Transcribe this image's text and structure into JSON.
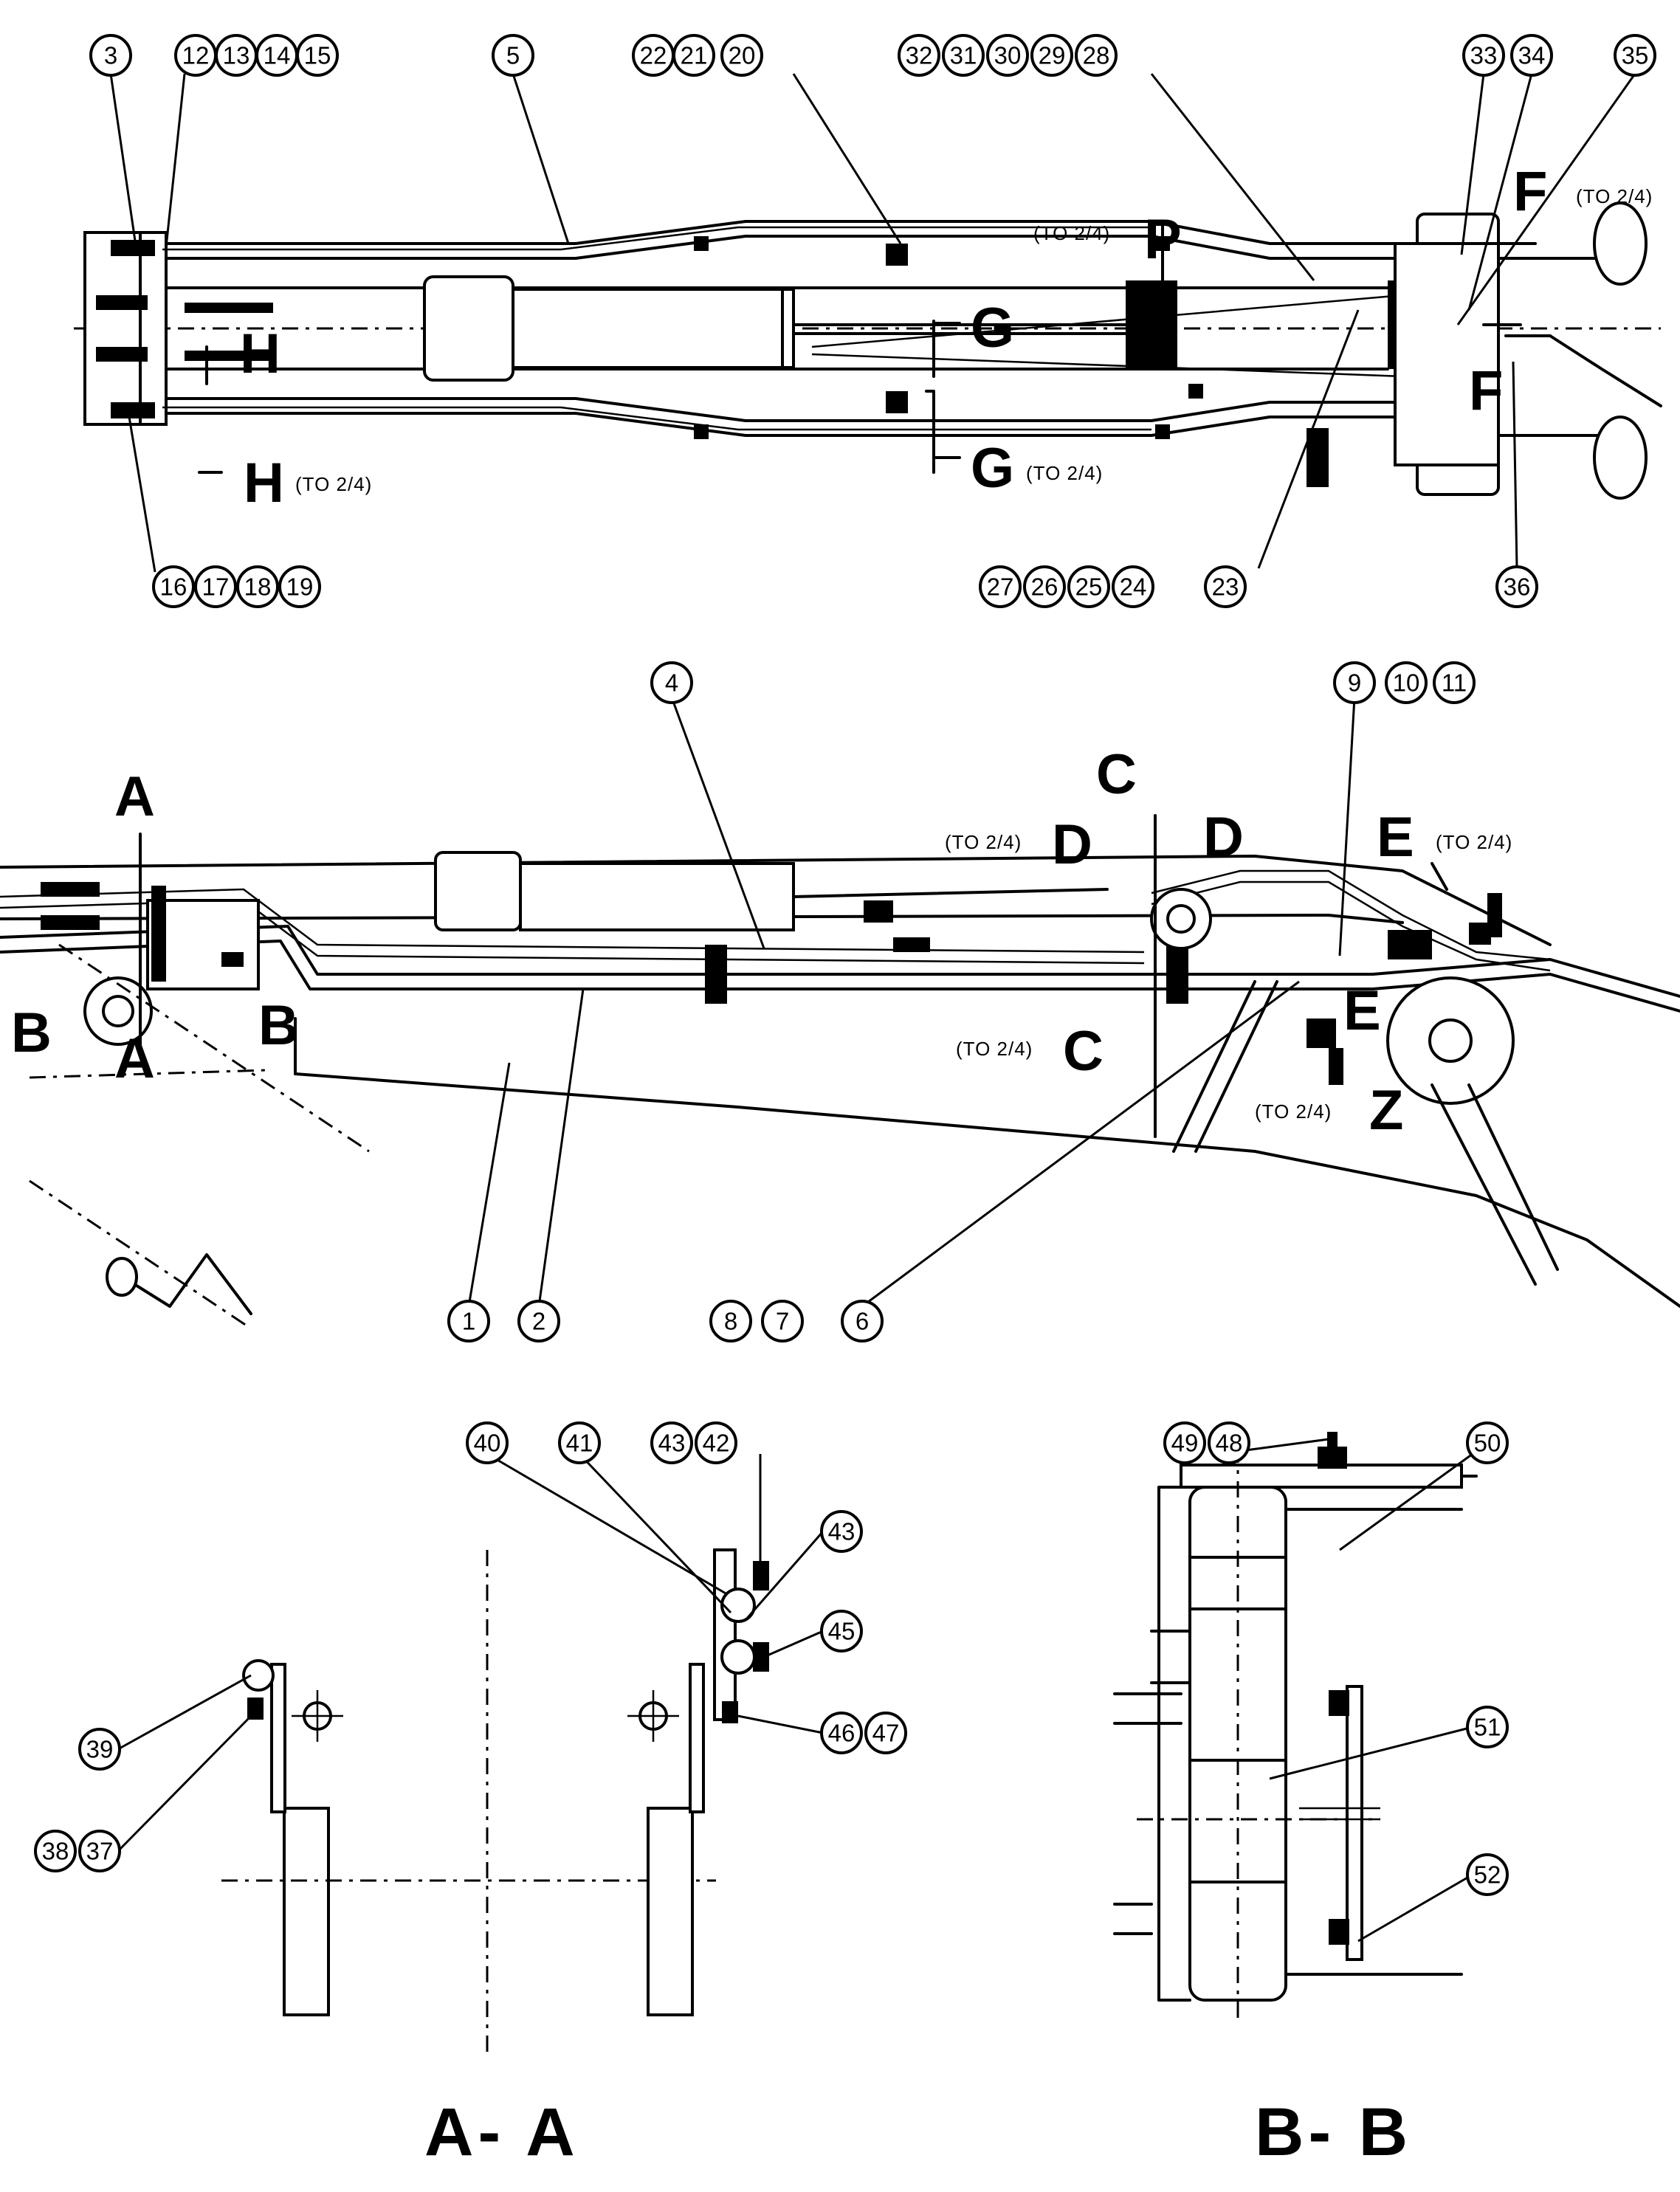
{
  "callouts": {
    "c1": "1",
    "c2": "2",
    "c3": "3",
    "c4": "4",
    "c5": "5",
    "c6": "6",
    "c7": "7",
    "c8": "8",
    "c9": "9",
    "c10": "10",
    "c11": "11",
    "c12": "12",
    "c13": "13",
    "c14": "14",
    "c15": "15",
    "c16": "16",
    "c17": "17",
    "c18": "18",
    "c19": "19",
    "c20": "20",
    "c21": "21",
    "c22": "22",
    "c23": "23",
    "c24": "24",
    "c25": "25",
    "c26": "26",
    "c27": "27",
    "c28": "28",
    "c29": "29",
    "c30": "30",
    "c31": "31",
    "c32": "32",
    "c33": "33",
    "c34": "34",
    "c35": "35",
    "c36": "36",
    "c37": "37",
    "c38": "38",
    "c39": "39",
    "c40": "40",
    "c41": "41",
    "c42": "42",
    "c43": "43",
    "c45": "45",
    "c46": "46",
    "c47": "47",
    "c48": "48",
    "c49": "49",
    "c50": "50",
    "c51": "51",
    "c52": "52"
  },
  "section_markers": {
    "A": "A",
    "B": "B",
    "C": "C",
    "D": "D",
    "E": "E",
    "F": "F",
    "G": "G",
    "H": "H",
    "P": "P",
    "Z": "Z"
  },
  "reference_note": "(TO 2/4)",
  "view_titles": {
    "aa": "A- A",
    "bb": "B- B"
  }
}
